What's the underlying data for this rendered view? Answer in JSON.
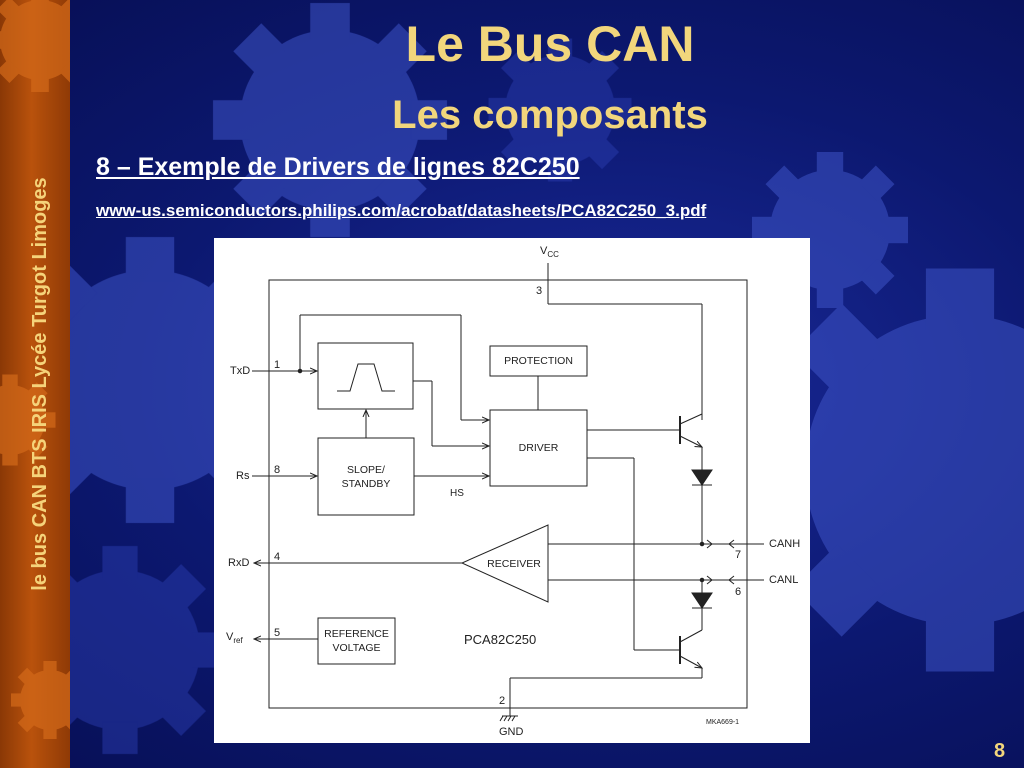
{
  "slide": {
    "title": "Le Bus CAN",
    "subtitle": "Les composants",
    "heading": "8 – Exemple de Drivers de lignes 82C250",
    "link": "www-us.semiconductors.philips.com/acrobat/datasheets/PCA82C250_3.pdf",
    "sidebar_text": "le bus CAN BTS IRIS Lycée Turgot Limoges",
    "page_number": "8"
  },
  "colors": {
    "title": "#f2d67c",
    "background": "#0c1870",
    "sidebar": "#b9520c"
  },
  "diagram": {
    "pins": {
      "vcc": "V",
      "vcc_sub": "CC",
      "vcc_num": "3",
      "txd": "TxD",
      "txd_num": "1",
      "rs": "Rs",
      "rs_num": "8",
      "rxd": "RxD",
      "rxd_num": "4",
      "vref": "V",
      "vref_sub": "ref",
      "vref_num": "5",
      "canh": "CANH",
      "canh_num": "7",
      "canl": "CANL",
      "canl_num": "6",
      "gnd": "GND",
      "gnd_num": "2"
    },
    "blocks": {
      "protection": "PROTECTION",
      "driver": "DRIVER",
      "slope1": "SLOPE/",
      "slope2": "STANDBY",
      "receiver": "RECEIVER",
      "ref1": "REFERENCE",
      "ref2": "VOLTAGE",
      "hs": "HS",
      "chip": "PCA82C250",
      "code": "MKA669-1"
    }
  }
}
